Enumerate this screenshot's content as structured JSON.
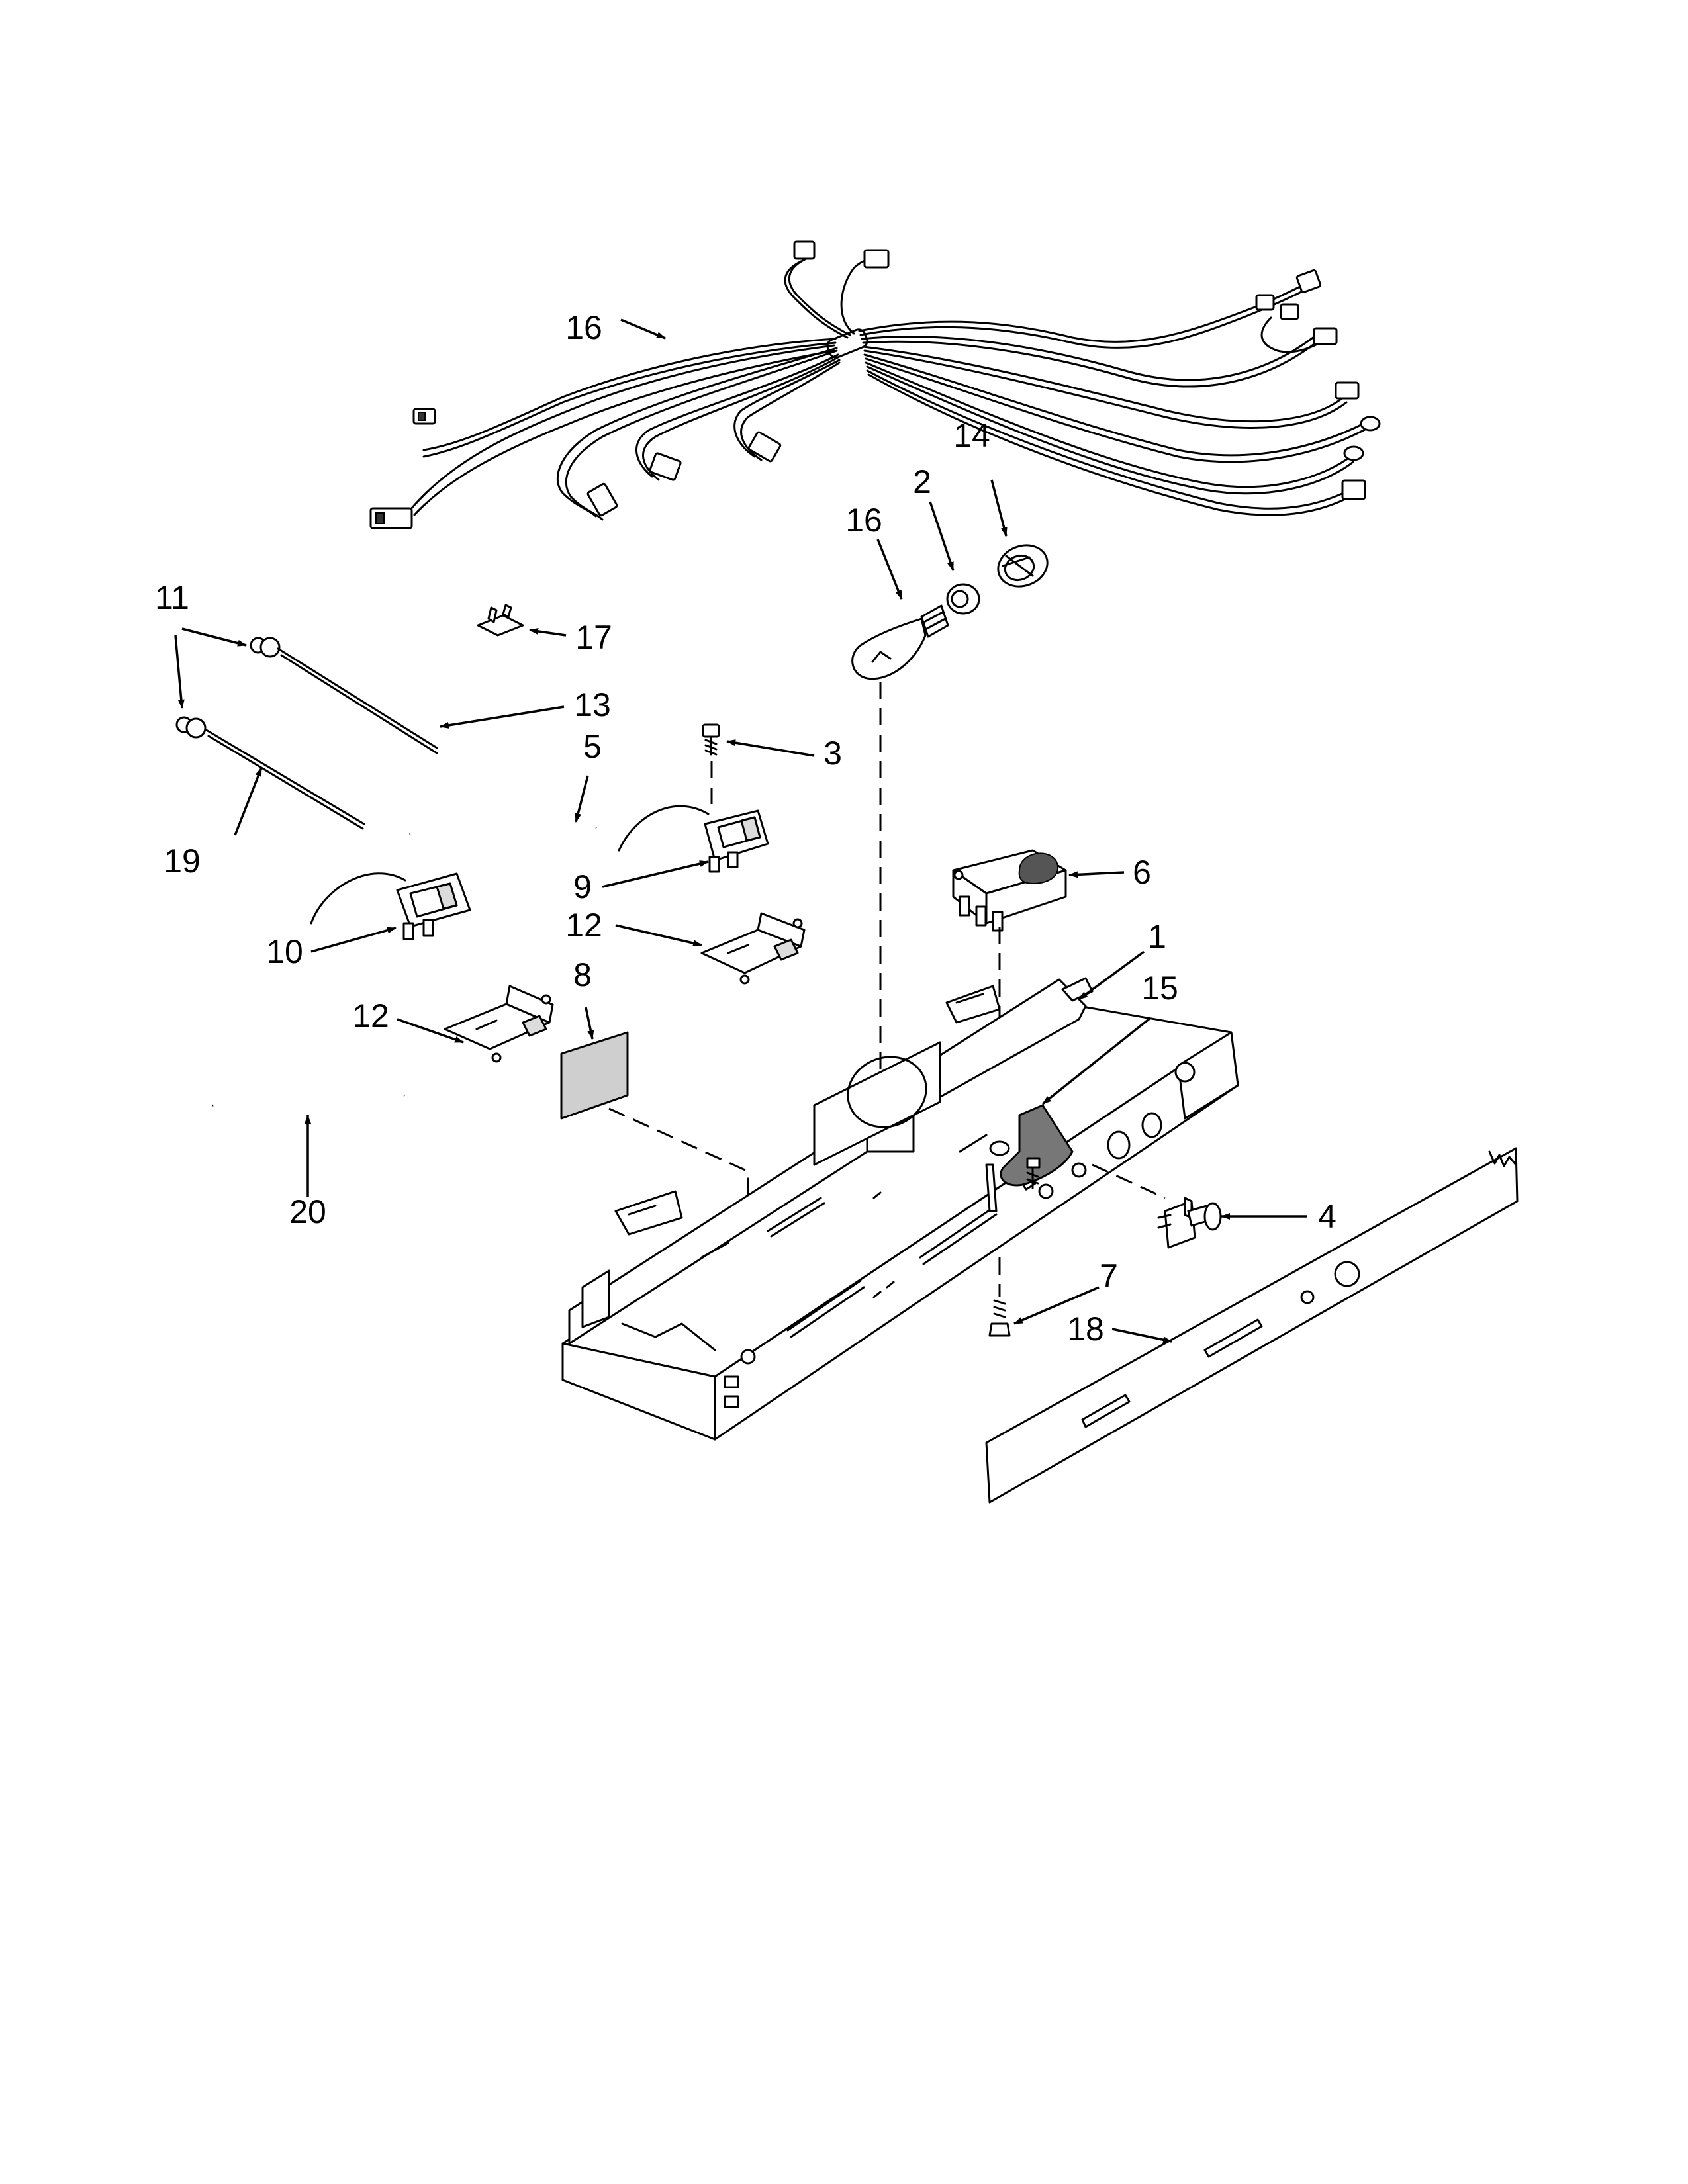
{
  "callouts": {
    "c1": "1",
    "c2": "2",
    "c3": "3",
    "c4": "4",
    "c5": "5",
    "c6": "6",
    "c7": "7",
    "c8": "8",
    "c9": "9",
    "c10": "10",
    "c11": "11",
    "c12a": "12",
    "c12b": "12",
    "c13": "13",
    "c14": "14",
    "c15": "15",
    "c16a": "16",
    "c16b": "16",
    "c17": "17",
    "c18": "18",
    "c19": "19",
    "c20": "20"
  }
}
